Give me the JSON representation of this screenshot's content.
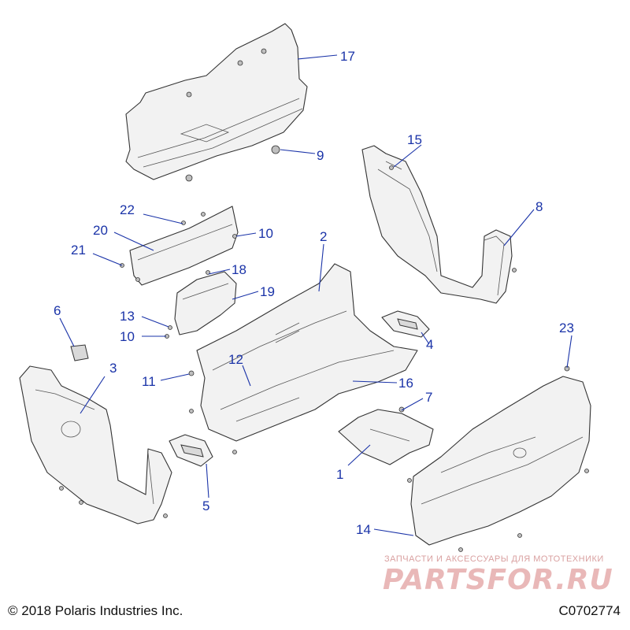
{
  "callouts": [
    {
      "id": "17",
      "text": "17"
    },
    {
      "id": "9",
      "text": "9"
    },
    {
      "id": "15",
      "text": "15"
    },
    {
      "id": "8",
      "text": "8"
    },
    {
      "id": "22",
      "text": "22"
    },
    {
      "id": "20",
      "text": "20"
    },
    {
      "id": "10a",
      "text": "10"
    },
    {
      "id": "21",
      "text": "21"
    },
    {
      "id": "2",
      "text": "2"
    },
    {
      "id": "18",
      "text": "18"
    },
    {
      "id": "19",
      "text": "19"
    },
    {
      "id": "6",
      "text": "6"
    },
    {
      "id": "13",
      "text": "13"
    },
    {
      "id": "10b",
      "text": "10"
    },
    {
      "id": "23",
      "text": "23"
    },
    {
      "id": "4",
      "text": "4"
    },
    {
      "id": "3",
      "text": "3"
    },
    {
      "id": "11",
      "text": "11"
    },
    {
      "id": "12",
      "text": "12"
    },
    {
      "id": "16",
      "text": "16"
    },
    {
      "id": "7",
      "text": "7"
    },
    {
      "id": "1",
      "text": "1"
    },
    {
      "id": "5",
      "text": "5"
    },
    {
      "id": "14",
      "text": "14"
    }
  ],
  "footer": {
    "copyright": "© 2018 Polaris Industries Inc.",
    "drawing_code": "C0702774"
  },
  "watermark": {
    "tagline": "ЗАПЧАСТИ И АКСЕССУАРЫ ДЛЯ МОТОТЕХНИКИ",
    "logo": "PARTSFOR.RU"
  },
  "colors": {
    "callout": "#1a33a8",
    "part_fill": "#f2f2f2",
    "part_stroke": "#333333",
    "watermark": "#e9b8b8"
  }
}
